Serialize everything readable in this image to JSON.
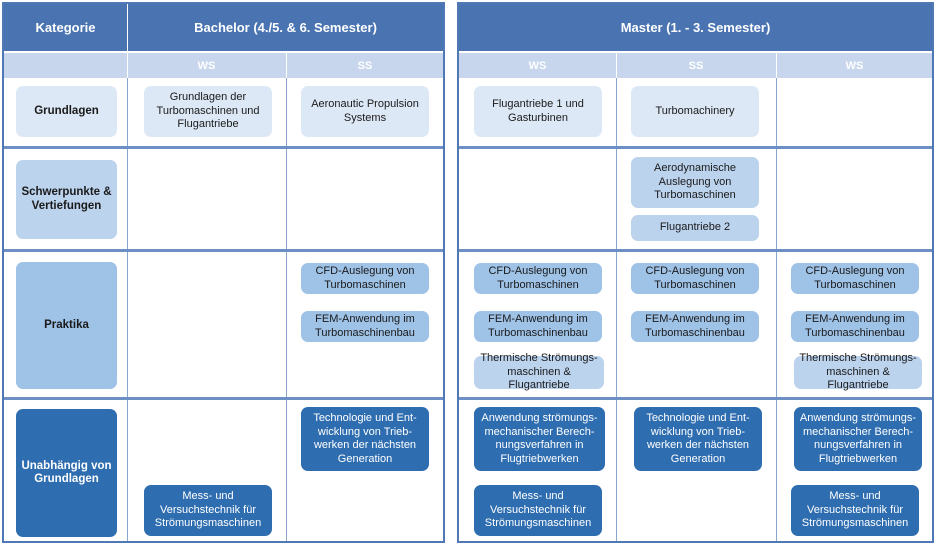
{
  "header": {
    "kategorie": "Kategorie",
    "bachelor": "Bachelor (4./5. & 6. Semester)",
    "master": "Master (1. - 3. Semester)"
  },
  "subheader": {
    "ws": "WS",
    "ss": "SS"
  },
  "categories": {
    "grundlagen": "Grundlagen",
    "schwerpunkte": "Schwerpunkte & Vertiefungen",
    "praktika": "Praktika",
    "unabhaengig": "Unabhängig von Grundlagen"
  },
  "courses": {
    "b_ws_grundlagen": "Grundlagen der Turbomaschinen und Flugantriebe",
    "b_ss_grundlagen": "Aeronautic Propulsion Systems",
    "m_ws1_grundlagen": "Flugantriebe 1 und Gasturbinen",
    "m_ss_grundlagen": "Turbomachinery",
    "m_ss_aero": "Aerodynamische Auslegung von Turbomaschinen",
    "m_ss_flug2": "Flugantriebe 2",
    "cfd": "CFD-Auslegung von Turbomaschinen",
    "fem": "FEM-Anwendung im Turbomaschinenbau",
    "thermisch": "Thermische Strömungs-maschinen & Flugantriebe",
    "technologie": "Technologie und Ent-wicklung von Trieb-werken der nächsten Generation",
    "anwendung": "Anwendung strömungs-mechanischer Berech-nungsverfahren in Flugtriebwerken",
    "mess": "Mess- und Versuchstechnik für Strömungsmaschinen"
  }
}
